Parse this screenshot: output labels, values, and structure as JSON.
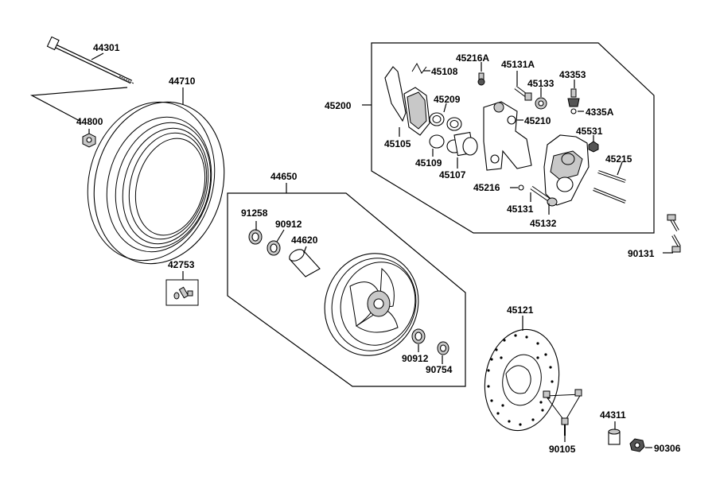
{
  "labels": {
    "l44301": "44301",
    "l44710": "44710",
    "l44800": "44800",
    "l42753": "42753",
    "l44650": "44650",
    "l91258": "91258",
    "l90912a": "90912",
    "l44620": "44620",
    "l90912b": "90912",
    "l90754": "90754",
    "l45200": "45200",
    "l45216A": "45216A",
    "l45108": "45108",
    "l45131A": "45131A",
    "l45133": "45133",
    "l43353": "43353",
    "l45209": "45209",
    "l4335A": "4335A",
    "l45210": "45210",
    "l45105": "45105",
    "l45531": "45531",
    "l45109": "45109",
    "l45107": "45107",
    "l45215": "45215",
    "l45216": "45216",
    "l45131": "45131",
    "l45132": "45132",
    "l90131": "90131",
    "l45121": "45121",
    "l44311": "44311",
    "l90306": "90306",
    "l90105": "90105"
  }
}
